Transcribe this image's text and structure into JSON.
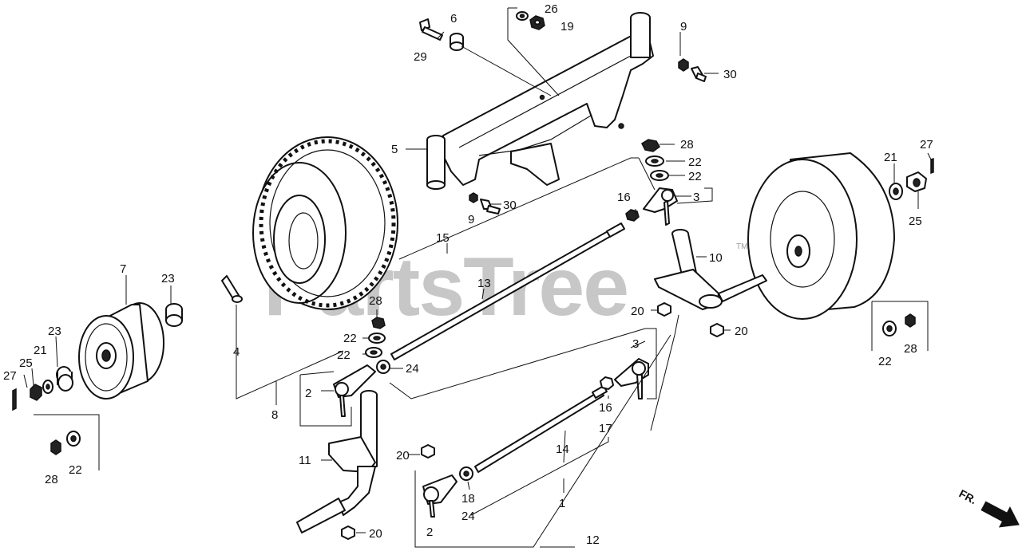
{
  "watermark": {
    "text": "PartsTree",
    "trademark": "TM"
  },
  "direction": {
    "label": "FR."
  },
  "callouts": [
    {
      "id": "c26",
      "text": "26"
    },
    {
      "id": "c19",
      "text": "19"
    },
    {
      "id": "c6",
      "text": "6"
    },
    {
      "id": "c29",
      "text": "29"
    },
    {
      "id": "c9a",
      "text": "9"
    },
    {
      "id": "c30a",
      "text": "30"
    },
    {
      "id": "c5",
      "text": "5"
    },
    {
      "id": "c28a",
      "text": "28"
    },
    {
      "id": "c22a",
      "text": "22"
    },
    {
      "id": "c22b",
      "text": "22"
    },
    {
      "id": "c16a",
      "text": "16"
    },
    {
      "id": "c3a",
      "text": "3"
    },
    {
      "id": "c30b",
      "text": "30"
    },
    {
      "id": "c9b",
      "text": "9"
    },
    {
      "id": "c21a",
      "text": "21"
    },
    {
      "id": "c27a",
      "text": "27"
    },
    {
      "id": "c25a",
      "text": "25"
    },
    {
      "id": "c15",
      "text": "15"
    },
    {
      "id": "c10",
      "text": "10"
    },
    {
      "id": "c7",
      "text": "7"
    },
    {
      "id": "c23a",
      "text": "23"
    },
    {
      "id": "c13",
      "text": "13"
    },
    {
      "id": "c28b",
      "text": "28"
    },
    {
      "id": "c20a",
      "text": "20"
    },
    {
      "id": "c20b",
      "text": "20"
    },
    {
      "id": "c4",
      "text": "4"
    },
    {
      "id": "c22c",
      "text": "22"
    },
    {
      "id": "c22d",
      "text": "22"
    },
    {
      "id": "c24a",
      "text": "24"
    },
    {
      "id": "c3b",
      "text": "3"
    },
    {
      "id": "c23b",
      "text": "23"
    },
    {
      "id": "c21b",
      "text": "21"
    },
    {
      "id": "c25b",
      "text": "25"
    },
    {
      "id": "c27b",
      "text": "27"
    },
    {
      "id": "c2a",
      "text": "2"
    },
    {
      "id": "c8",
      "text": "8"
    },
    {
      "id": "c16b",
      "text": "16"
    },
    {
      "id": "c17",
      "text": "17"
    },
    {
      "id": "c14",
      "text": "14"
    },
    {
      "id": "c20c",
      "text": "20"
    },
    {
      "id": "c11",
      "text": "11"
    },
    {
      "id": "c18",
      "text": "18"
    },
    {
      "id": "c24b",
      "text": "24"
    },
    {
      "id": "c1",
      "text": "1"
    },
    {
      "id": "c2b",
      "text": "2"
    },
    {
      "id": "c12",
      "text": "12"
    },
    {
      "id": "c20d",
      "text": "20"
    },
    {
      "id": "c28c",
      "text": "28"
    },
    {
      "id": "c22e",
      "text": "22"
    },
    {
      "id": "c28d",
      "text": "28"
    },
    {
      "id": "c22f",
      "text": "22"
    }
  ]
}
